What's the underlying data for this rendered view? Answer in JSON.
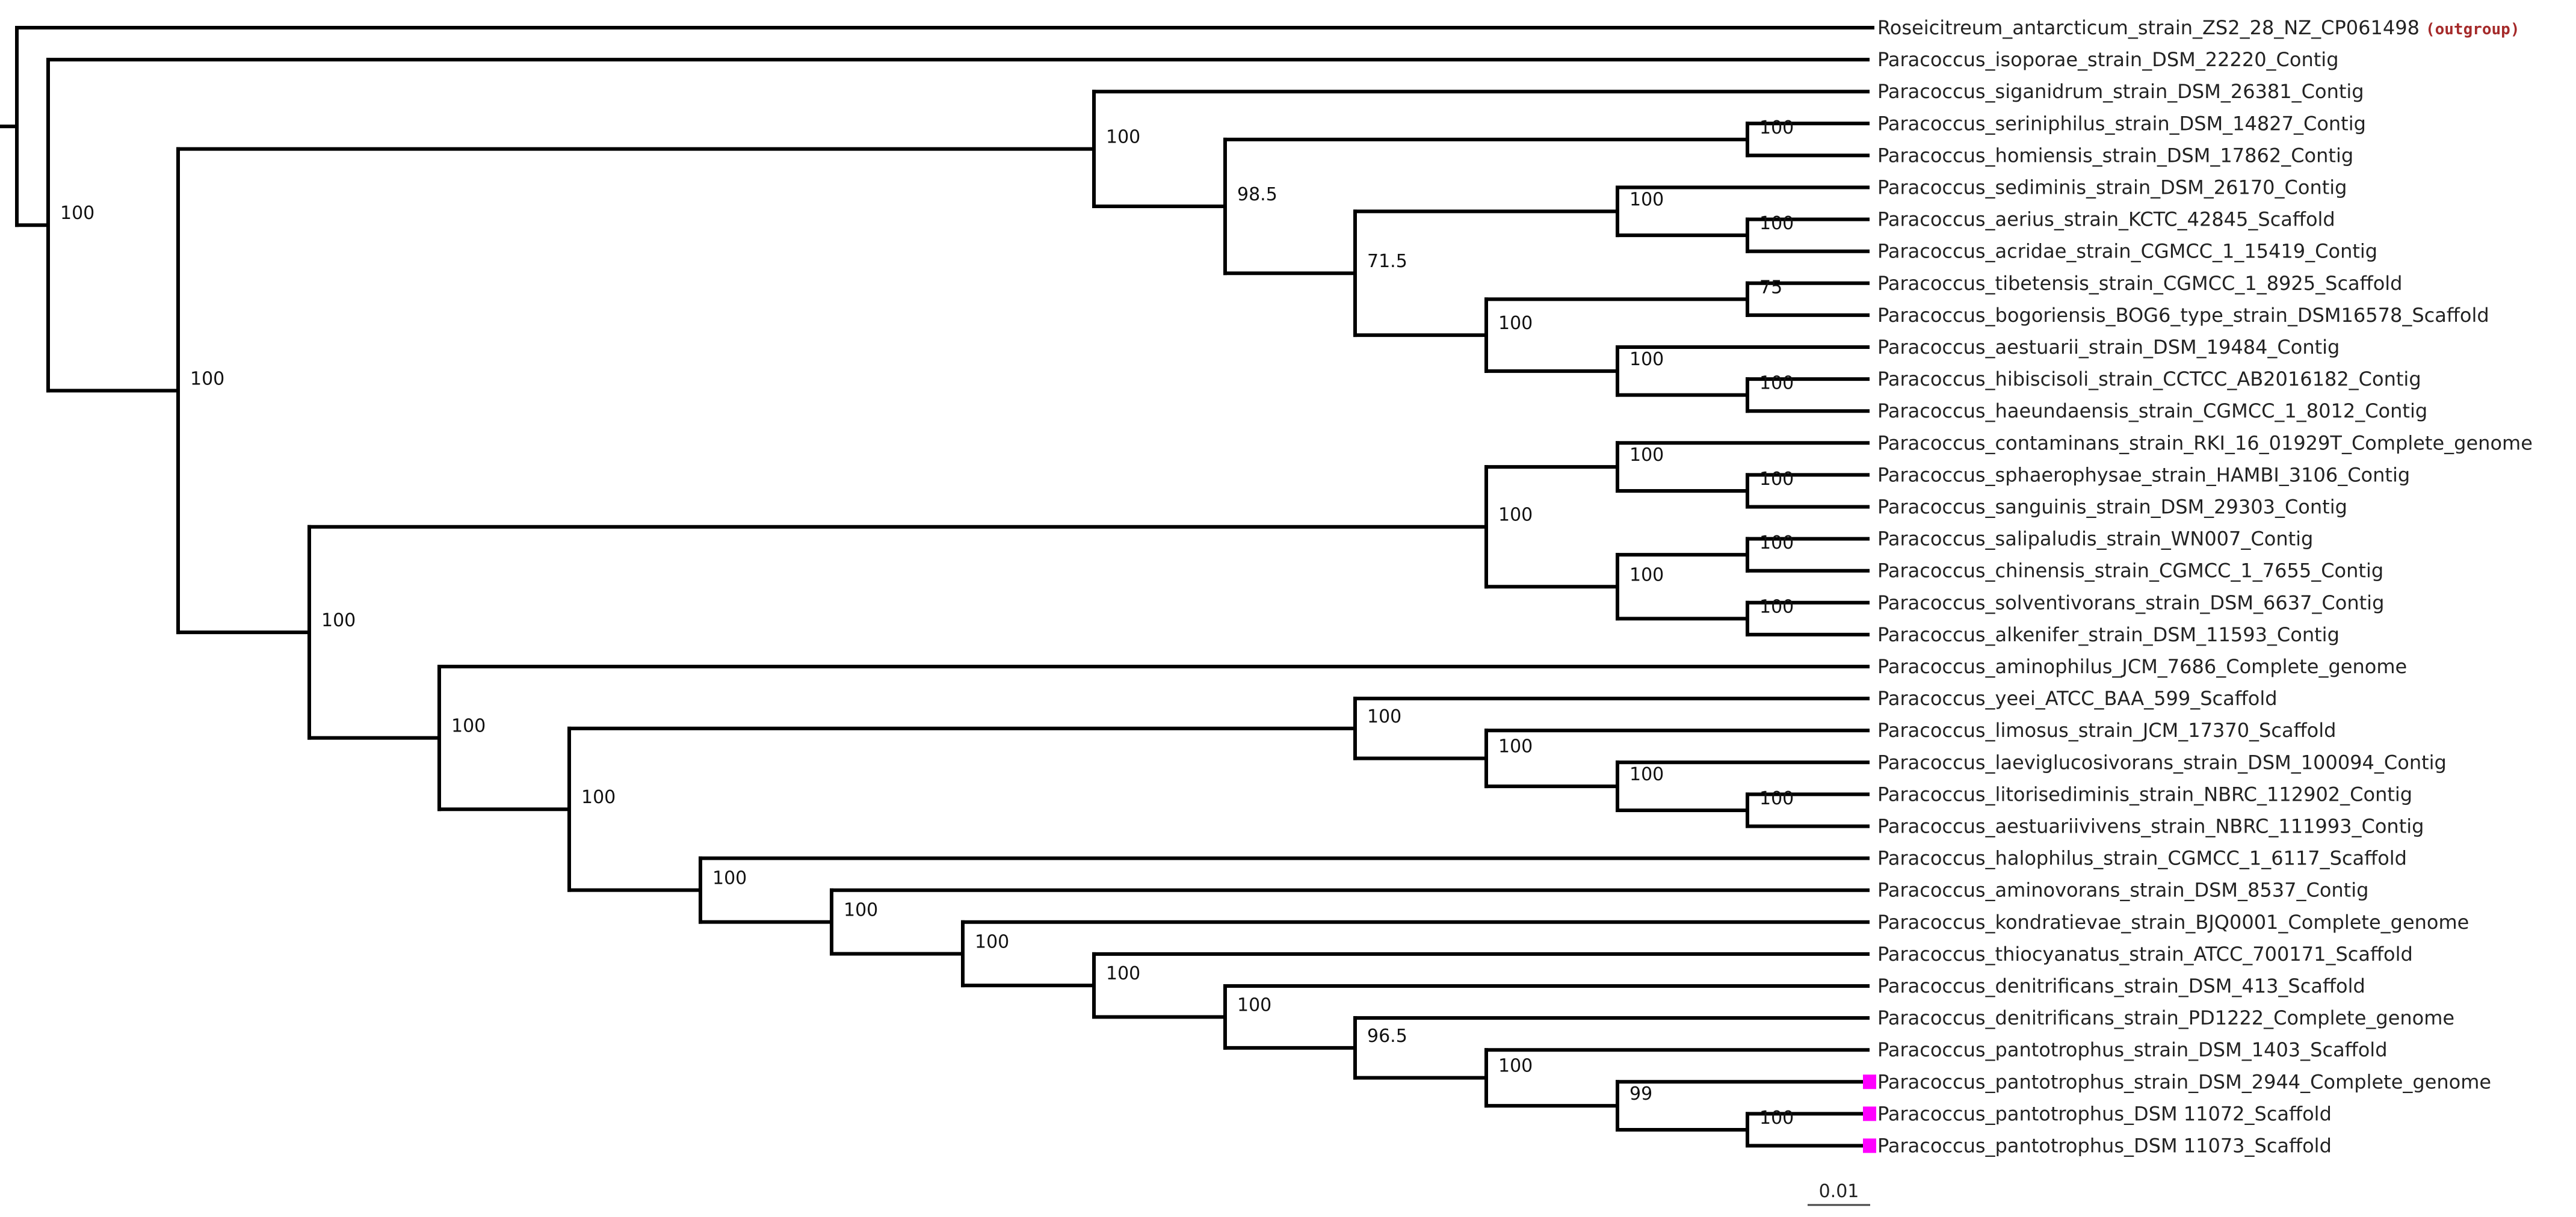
{
  "colors": {
    "branch": "#000000",
    "outgroup_tag": "#a52a2a",
    "highlight_marker": "#ff00ff"
  },
  "outgroup_tag": "(outgroup)",
  "scale_bar": {
    "label": "0.01"
  },
  "leaves": [
    {
      "id": 0,
      "label": "Roseicitreum_antarcticum_strain_ZS2_28_NZ_CP061498",
      "outgroup": true
    },
    {
      "id": 1,
      "label": "Paracoccus_isoporae_strain_DSM_22220_Contig"
    },
    {
      "id": 2,
      "label": "Paracoccus_siganidrum_strain_DSM_26381_Contig"
    },
    {
      "id": 3,
      "label": "Paracoccus_seriniphilus_strain_DSM_14827_Contig"
    },
    {
      "id": 4,
      "label": "Paracoccus_homiensis_strain_DSM_17862_Contig"
    },
    {
      "id": 5,
      "label": "Paracoccus_sediminis_strain_DSM_26170_Contig"
    },
    {
      "id": 6,
      "label": "Paracoccus_aerius_strain_KCTC_42845_Scaffold"
    },
    {
      "id": 7,
      "label": "Paracoccus_acridae_strain_CGMCC_1_15419_Contig"
    },
    {
      "id": 8,
      "label": "Paracoccus_tibetensis_strain_CGMCC_1_8925_Scaffold"
    },
    {
      "id": 9,
      "label": "Paracoccus_bogoriensis_BOG6_type_strain_DSM16578_Scaffold"
    },
    {
      "id": 10,
      "label": "Paracoccus_aestuarii_strain_DSM_19484_Contig"
    },
    {
      "id": 11,
      "label": "Paracoccus_hibiscisoli_strain_CCTCC_AB2016182_Contig"
    },
    {
      "id": 12,
      "label": "Paracoccus_haeundaensis_strain_CGMCC_1_8012_Contig"
    },
    {
      "id": 13,
      "label": "Paracoccus_contaminans_strain_RKI_16_01929T_Complete_genome"
    },
    {
      "id": 14,
      "label": "Paracoccus_sphaerophysae_strain_HAMBI_3106_Contig"
    },
    {
      "id": 15,
      "label": "Paracoccus_sanguinis_strain_DSM_29303_Contig"
    },
    {
      "id": 16,
      "label": "Paracoccus_salipaludis_strain_WN007_Contig"
    },
    {
      "id": 17,
      "label": "Paracoccus_chinensis_strain_CGMCC_1_7655_Contig"
    },
    {
      "id": 18,
      "label": "Paracoccus_solventivorans_strain_DSM_6637_Contig"
    },
    {
      "id": 19,
      "label": "Paracoccus_alkenifer_strain_DSM_11593_Contig"
    },
    {
      "id": 20,
      "label": "Paracoccus_aminophilus_JCM_7686_Complete_genome"
    },
    {
      "id": 21,
      "label": "Paracoccus_yeei_ATCC_BAA_599_Scaffold"
    },
    {
      "id": 22,
      "label": "Paracoccus_limosus_strain_JCM_17370_Scaffold"
    },
    {
      "id": 23,
      "label": "Paracoccus_laeviglucosivorans_strain_DSM_100094_Contig"
    },
    {
      "id": 24,
      "label": "Paracoccus_litorisediminis_strain_NBRC_112902_Contig"
    },
    {
      "id": 25,
      "label": "Paracoccus_aestuariivivens_strain_NBRC_111993_Contig"
    },
    {
      "id": 26,
      "label": "Paracoccus_halophilus_strain_CGMCC_1_6117_Scaffold"
    },
    {
      "id": 27,
      "label": "Paracoccus_aminovorans_strain_DSM_8537_Contig"
    },
    {
      "id": 28,
      "label": "Paracoccus_kondratievae_strain_BJQ0001_Complete_genome"
    },
    {
      "id": 29,
      "label": "Paracoccus_thiocyanatus_strain_ATCC_700171_Scaffold"
    },
    {
      "id": 30,
      "label": "Paracoccus_denitrificans_strain_DSM_413_Scaffold"
    },
    {
      "id": 31,
      "label": "Paracoccus_denitrificans_strain_PD1222_Complete_genome"
    },
    {
      "id": 32,
      "label": "Paracoccus_pantotrophus_strain_DSM_1403_Scaffold"
    },
    {
      "id": 33,
      "label": "Paracoccus_pantotrophus_strain_DSM_2944_Complete_genome",
      "highlight": true
    },
    {
      "id": 34,
      "label": "Paracoccus_pantotrophus_DSM 11072_Scaffold",
      "highlight": true
    },
    {
      "id": 35,
      "label": "Paracoccus_pantotrophus_DSM 11073_Scaffold",
      "highlight": true
    }
  ],
  "clades": [
    {
      "id": "A",
      "support": null,
      "children": [
        0,
        "B"
      ]
    },
    {
      "id": "B",
      "support": "100",
      "children": [
        1,
        "C"
      ]
    },
    {
      "id": "C",
      "support": "100",
      "children": [
        "D",
        "F"
      ]
    },
    {
      "id": "D",
      "support": "100",
      "children": [
        2,
        "E"
      ]
    },
    {
      "id": "E",
      "support": "98.5",
      "children": [
        "E1",
        "E2"
      ]
    },
    {
      "id": "E1",
      "support": "100",
      "children": [
        3,
        4
      ]
    },
    {
      "id": "E2",
      "support": "71.5",
      "children": [
        "E3",
        "E5"
      ]
    },
    {
      "id": "E3",
      "support": "100",
      "children": [
        5,
        "E4"
      ]
    },
    {
      "id": "E4",
      "support": "100",
      "children": [
        6,
        7
      ]
    },
    {
      "id": "E5",
      "support": "100",
      "children": [
        "E6",
        "E7"
      ]
    },
    {
      "id": "E6",
      "support": "75",
      "children": [
        8,
        9
      ]
    },
    {
      "id": "E7",
      "support": "100",
      "children": [
        10,
        "E8"
      ]
    },
    {
      "id": "E8",
      "support": "100",
      "children": [
        11,
        12
      ]
    },
    {
      "id": "F",
      "support": "100",
      "children": [
        "G",
        "H"
      ]
    },
    {
      "id": "G",
      "support": "100",
      "children": [
        "G1",
        "G3"
      ]
    },
    {
      "id": "G1",
      "support": "100",
      "children": [
        13,
        "G2"
      ]
    },
    {
      "id": "G2",
      "support": "100",
      "children": [
        14,
        15
      ]
    },
    {
      "id": "G3",
      "support": "100",
      "children": [
        "G4",
        "G5"
      ]
    },
    {
      "id": "G4",
      "support": "100",
      "children": [
        16,
        17
      ]
    },
    {
      "id": "G5",
      "support": "100",
      "children": [
        18,
        19
      ]
    },
    {
      "id": "H",
      "support": "100",
      "children": [
        20,
        "I"
      ]
    },
    {
      "id": "I",
      "support": "100",
      "children": [
        "J",
        "K"
      ]
    },
    {
      "id": "J",
      "support": "100",
      "children": [
        21,
        "J1"
      ]
    },
    {
      "id": "J1",
      "support": "100",
      "children": [
        22,
        "J2"
      ]
    },
    {
      "id": "J2",
      "support": "100",
      "children": [
        23,
        "J3"
      ]
    },
    {
      "id": "J3",
      "support": "100",
      "children": [
        24,
        25
      ]
    },
    {
      "id": "K",
      "support": "100",
      "children": [
        26,
        "L"
      ]
    },
    {
      "id": "L",
      "support": "100",
      "children": [
        27,
        "M"
      ]
    },
    {
      "id": "M",
      "support": "100",
      "children": [
        28,
        "N"
      ]
    },
    {
      "id": "N",
      "support": "100",
      "children": [
        29,
        "O"
      ]
    },
    {
      "id": "O",
      "support": "100",
      "children": [
        30,
        "P"
      ]
    },
    {
      "id": "P",
      "support": "96.5",
      "children": [
        31,
        "Q"
      ]
    },
    {
      "id": "Q",
      "support": "100",
      "children": [
        32,
        "R"
      ]
    },
    {
      "id": "R",
      "support": "99",
      "children": [
        33,
        "S"
      ]
    },
    {
      "id": "S",
      "support": "100",
      "children": [
        34,
        35
      ]
    }
  ]
}
